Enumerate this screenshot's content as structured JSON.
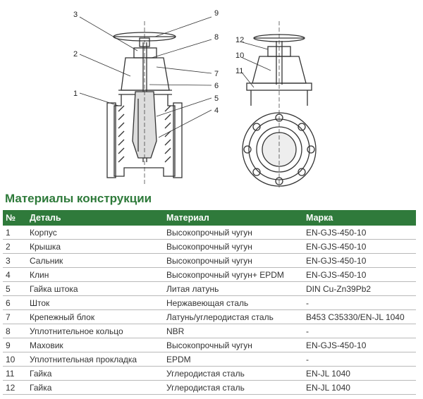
{
  "callouts": [
    "1",
    "2",
    "3",
    "4",
    "5",
    "6",
    "7",
    "8",
    "9",
    "10",
    "11",
    "12"
  ],
  "title": "Материалы конструкции",
  "table": {
    "headers": [
      "№",
      "Деталь",
      "Материал",
      "Марка"
    ],
    "rows": [
      {
        "no": "1",
        "part": "Корпус",
        "material": "Высокопрочный чугун",
        "grade": "EN-GJS-450-10"
      },
      {
        "no": "2",
        "part": "Крышка",
        "material": "Высокопрочный чугун",
        "grade": "EN-GJS-450-10"
      },
      {
        "no": "3",
        "part": "Сальник",
        "material": "Высокопрочный чугун",
        "grade": "EN-GJS-450-10"
      },
      {
        "no": "4",
        "part": "Клин",
        "material": "Высокопрочный чугун+ EPDM",
        "grade": "EN-GJS-450-10"
      },
      {
        "no": "5",
        "part": "Гайка штока",
        "material": "Литая латунь",
        "grade": "DIN Cu-Zn39Pb2"
      },
      {
        "no": "6",
        "part": "Шток",
        "material": "Нержавеющая сталь",
        "grade": "-"
      },
      {
        "no": "7",
        "part": "Крепежный блок",
        "material": "Латунь/углеродистая сталь",
        "grade": "B453 C35330/EN-JL 1040"
      },
      {
        "no": "8",
        "part": "Уплотнительное кольцо",
        "material": "NBR",
        "grade": "-"
      },
      {
        "no": "9",
        "part": "Маховик",
        "material": "Высокопрочный чугун",
        "grade": "EN-GJS-450-10"
      },
      {
        "no": "10",
        "part": "Уплотнительная прокладка",
        "material": "EPDM",
        "grade": "-"
      },
      {
        "no": "11",
        "part": "Гайка",
        "material": "Углеродистая сталь",
        "grade": "EN-JL 1040"
      },
      {
        "no": "12",
        "part": "Гайка",
        "material": "Углеродистая сталь",
        "grade": "EN-JL 1040"
      }
    ]
  },
  "colors": {
    "accent": "#2f7a3b",
    "title": "#2e7a3a",
    "line": "#333333"
  }
}
